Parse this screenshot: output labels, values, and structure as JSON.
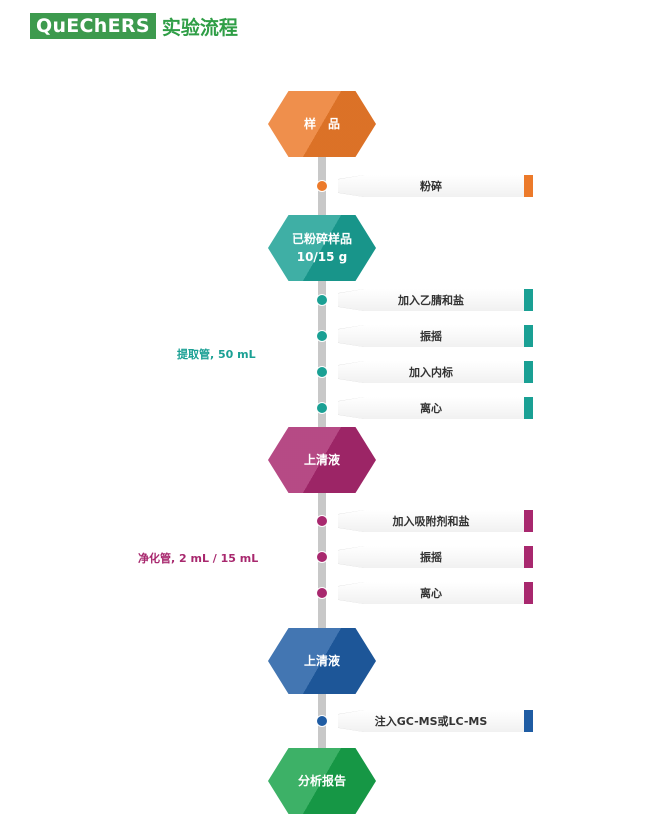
{
  "title": {
    "box_text": "QuEChERS",
    "rest_text": "实验流程",
    "color": "#3d9a4e"
  },
  "colors": {
    "orange": "#ec7a2a",
    "teal": "#1aa094",
    "magenta": "#a8286e",
    "blue": "#1f5ca3",
    "green": "#18a24a"
  },
  "nodes": [
    {
      "id": "sample",
      "line1": "样　品",
      "line2": "",
      "color": "#ec7a2a"
    },
    {
      "id": "ground-sample",
      "line1": "已粉碎样品",
      "line2": "10/15 g",
      "color": "#1aa094"
    },
    {
      "id": "supernatant-1",
      "line1": "上清液",
      "line2": "",
      "color": "#a8286e"
    },
    {
      "id": "supernatant-2",
      "line1": "上清液",
      "line2": "",
      "color": "#1f5ca3"
    },
    {
      "id": "report",
      "line1": "分析报告",
      "line2": "",
      "color": "#18a24a"
    }
  ],
  "steps": [
    {
      "label": "粉碎",
      "color": "#ec7a2a"
    },
    {
      "label": "加入乙腈和盐",
      "color": "#1aa094"
    },
    {
      "label": "振摇",
      "color": "#1aa094"
    },
    {
      "label": "加入内标",
      "color": "#1aa094"
    },
    {
      "label": "离心",
      "color": "#1aa094"
    },
    {
      "label": "加入吸附剂和盐",
      "color": "#a8286e"
    },
    {
      "label": "振摇",
      "color": "#a8286e"
    },
    {
      "label": "离心",
      "color": "#a8286e"
    },
    {
      "label": "注入GC-MS或LC-MS",
      "color": "#1f5ca3"
    }
  ],
  "side_labels": [
    {
      "text": "提取管, 50 mL",
      "color": "#1aa094"
    },
    {
      "text": "净化管, 2 mL / 15 mL",
      "color": "#a8286e"
    }
  ]
}
